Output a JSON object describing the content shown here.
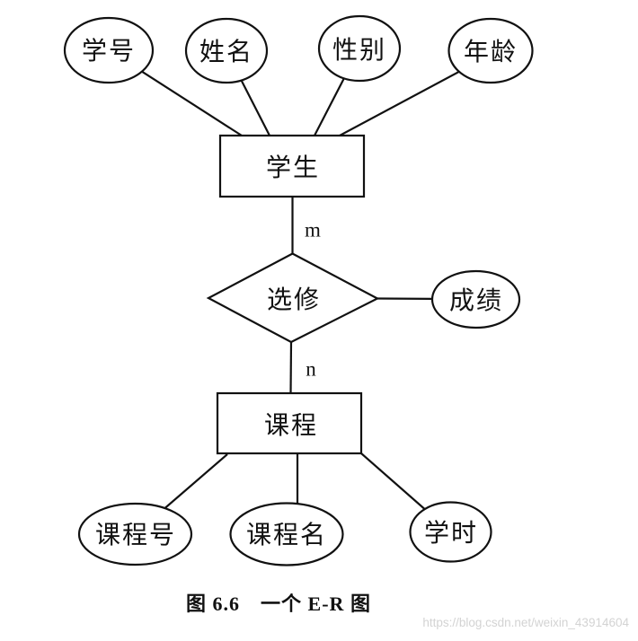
{
  "colors": {
    "line": "#111111",
    "text": "#111111",
    "shape_fill": "#ffffff",
    "watermark": "#d3d3d3",
    "background": "#ffffff"
  },
  "diagram": {
    "student_entity": "学生",
    "student_attributes": [
      "学号",
      "姓名",
      "性别",
      "年龄"
    ],
    "relationship": "选修",
    "cardinality_m": "m",
    "cardinality_n": "n",
    "relationship_attribute": "成绩",
    "course_entity": "课程",
    "course_attributes": [
      "课程号",
      "课程名",
      "学时"
    ]
  },
  "caption": "图 6.6　一个 E-R 图",
  "watermark": "https://blog.csdn.net/weixin_43914604"
}
